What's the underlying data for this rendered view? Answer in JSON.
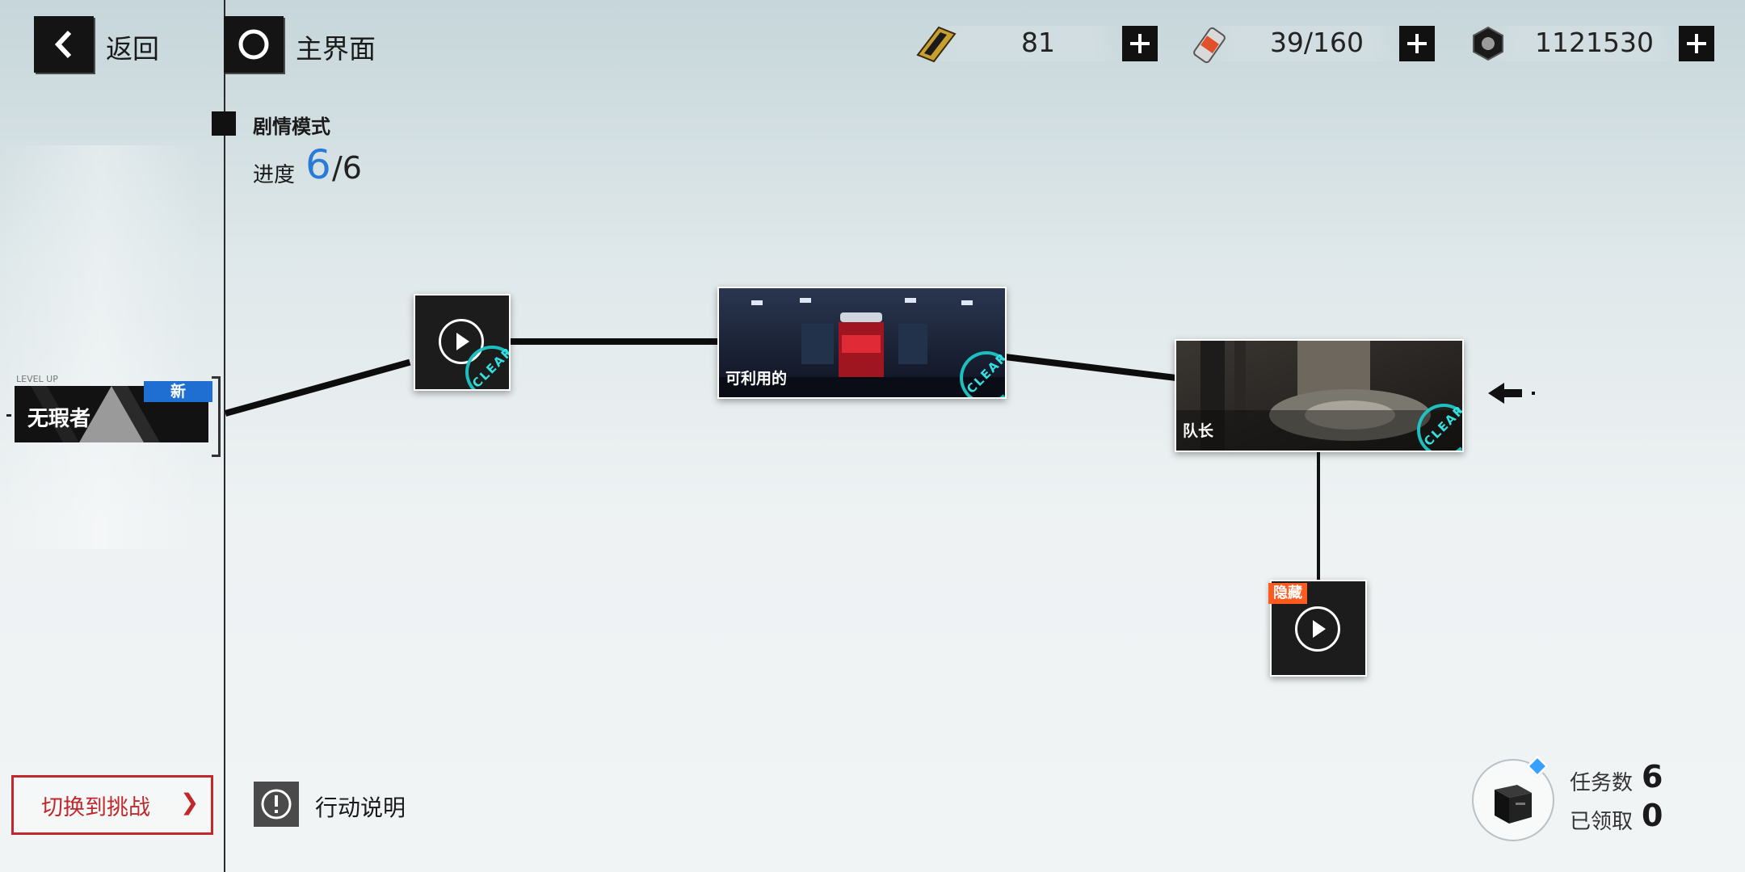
{
  "header": {
    "back_label": "返回",
    "home_label": "主界面",
    "resources": [
      {
        "icon": "ticket-icon",
        "value": "81"
      },
      {
        "icon": "stamina-can-icon",
        "value": "39/160"
      },
      {
        "icon": "coin-nut-icon",
        "value": "1121530"
      }
    ]
  },
  "mode": {
    "title": "剧情模式",
    "progress_label": "进度",
    "progress_current": "6",
    "progress_total": "/6"
  },
  "chapter_card": {
    "level_up_label": "LEVEL UP",
    "title": "无瑕者",
    "new_badge": "新"
  },
  "stages": [
    {
      "type": "video",
      "status": "CLEAR"
    },
    {
      "type": "battle",
      "title": "可利用的",
      "status": "CLEAR"
    },
    {
      "type": "battle",
      "title": "队长",
      "status": "CLEAR"
    },
    {
      "type": "video",
      "tag": "隐藏"
    }
  ],
  "bottom": {
    "switch_label": "切换到挑战",
    "switch_arrow": "❯",
    "action_info_label": "行动说明",
    "task_count_label": "任务数",
    "task_count": "6",
    "claimed_label": "已领取",
    "claimed_count": "0"
  },
  "colors": {
    "accent_blue": "#2a7bd6",
    "clear_cyan": "#1dc8c8",
    "hidden_tag": "#ff5a1f",
    "switch_red": "#c0282b"
  }
}
